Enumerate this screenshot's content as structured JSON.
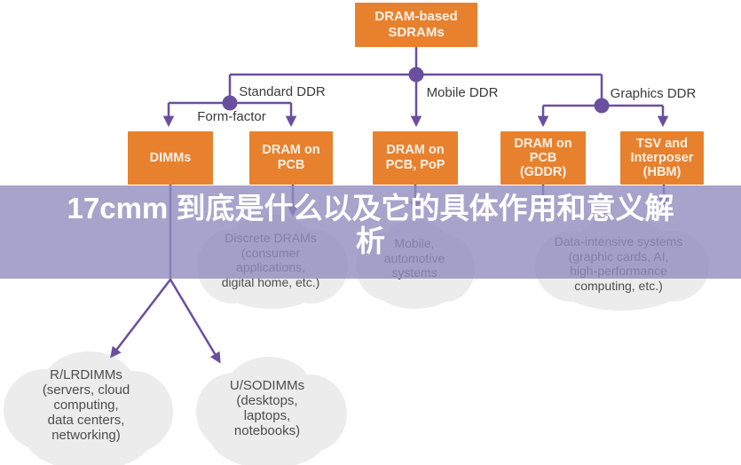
{
  "banner": {
    "title_line1": "17cmm 到底是什么以及它的具体作用和意义解",
    "title_line2": "析",
    "overlay_color": "#928CBE",
    "text_color": "#FFFFFF"
  },
  "colors": {
    "box_orange": "#E8812E",
    "box_text": "#FAF1E6",
    "connector_purple": "#6A4F9F",
    "cloud_gray": "#ECECEC",
    "label_dark": "#3A3A3A",
    "cloud_text_gray": "#4D4D4D",
    "background": "#FFFFFF"
  },
  "diagram": {
    "root": {
      "label": "DRAM-based\nSDRAMs"
    },
    "branch_labels": [
      {
        "label": "Standard DDR"
      },
      {
        "label": "Form-factor"
      },
      {
        "label": "Mobile DDR"
      },
      {
        "label": "Graphics DDR"
      }
    ],
    "boxes": [
      {
        "label": "DIMMs"
      },
      {
        "label": "DRAM on\nPCB"
      },
      {
        "label": "DRAM on\nPCB, PoP"
      },
      {
        "label": "DRAM on\nPCB\n(GDDR)"
      },
      {
        "label": "TSV and\nInterposer\n(HBM)"
      }
    ],
    "clouds": [
      {
        "label": "Discrete DRAMs\n(consumer\napplications,\ndigital home, etc.)"
      },
      {
        "label": "Mobile,\nautomotive\nsystems"
      },
      {
        "label": "Data-intensive systems\n(graphic cards, AI,\nhigh-performance\ncomputing, etc.)"
      },
      {
        "label": "R/LRDIMMs\n(servers, cloud\ncomputing,\ndata centers,\nnetworking)"
      },
      {
        "label": "U/SODIMMs\n(desktops,\nlaptops,\nnotebooks)"
      }
    ]
  }
}
